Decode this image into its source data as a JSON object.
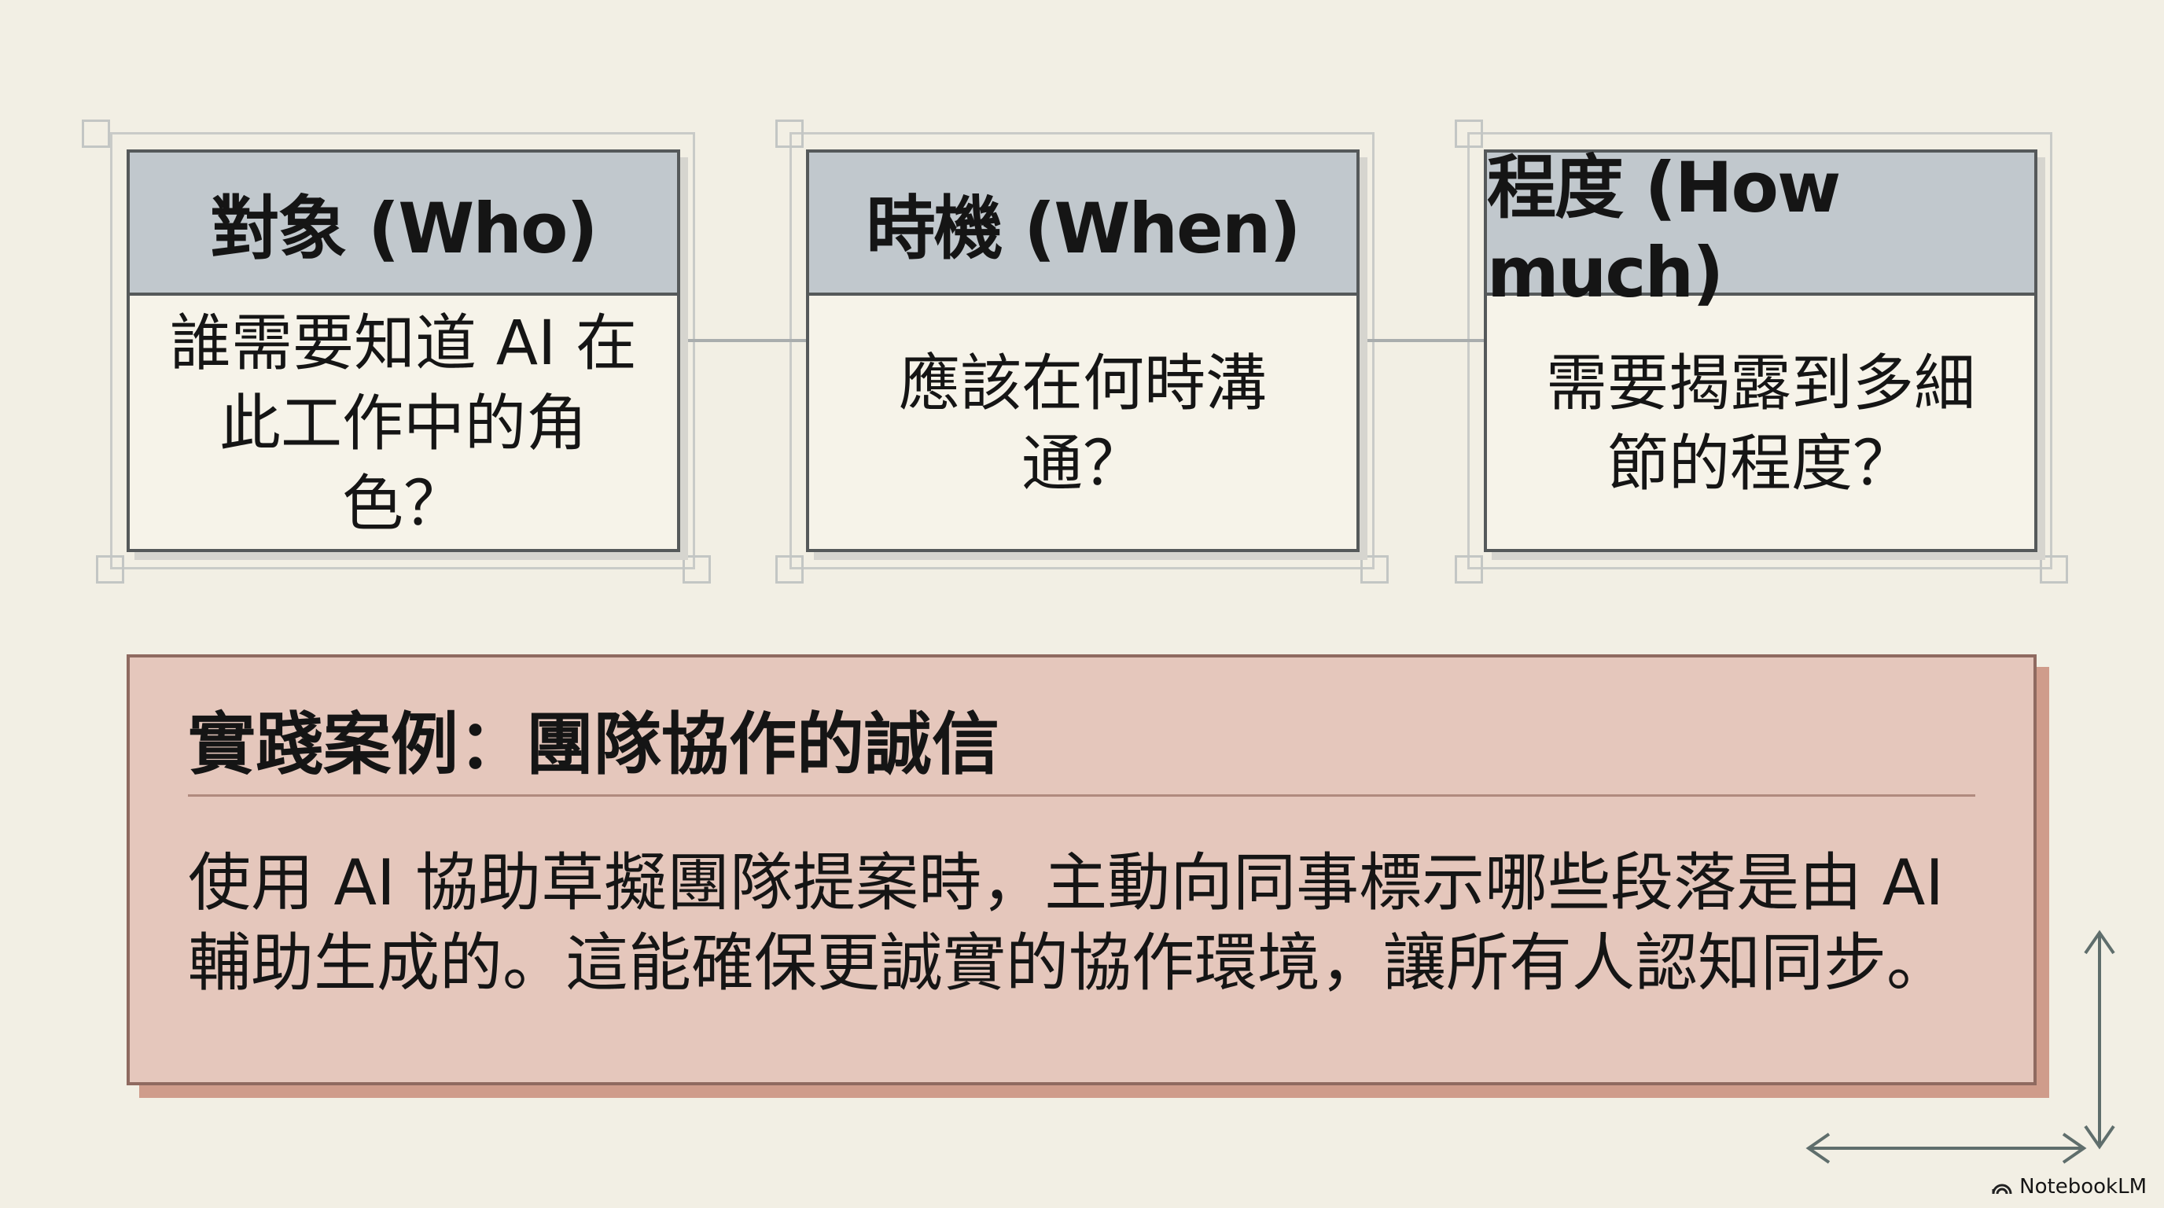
{
  "cards": [
    {
      "title": "對象 (Who)",
      "question": "誰需要知道 AI 在此工作中的角色？"
    },
    {
      "title": "時機 (When)",
      "question": "應該在何時溝通？"
    },
    {
      "title": "程度 (How much)",
      "question": "需要揭露到多細節的程度？"
    }
  ],
  "case_study": {
    "title": "實踐案例：團隊協作的誠信",
    "body": "使用 AI 協助草擬團隊提案時，主動向同事標示哪些段落是由 AI 輔助生成的。這能確保更誠實的協作環境，讓所有人認知同步。"
  },
  "branding": {
    "label": "NotebookLM",
    "icon": "notebooklm-logo-icon"
  },
  "colors": {
    "background": "#f2efe4",
    "card_header": "#c1c8cd",
    "case_box": "#e5c7bc"
  }
}
